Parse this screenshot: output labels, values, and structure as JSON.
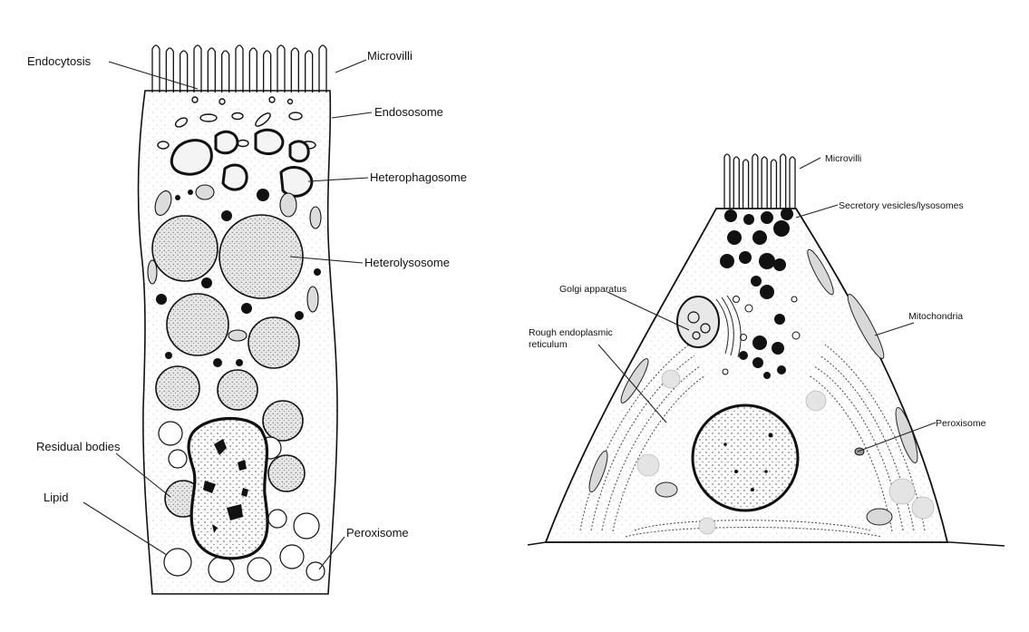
{
  "left_cell": {
    "labels": {
      "endocytosis": "Endocytosis",
      "microvilli": "Microvilli",
      "endososome": "Endososome",
      "heterophagosome": "Heterophagosome",
      "heterolysosome": "Heterolysosome",
      "residual_bodies": "Residual bodies",
      "lipid": "Lipid",
      "peroxisome": "Peroxisome"
    }
  },
  "right_cell": {
    "labels": {
      "microvilli": "Microvilli",
      "secretory_vesicles": "Secretory vesicles/lysosomes",
      "golgi": "Golgi apparatus",
      "rer_line1": "Rough endoplasmic",
      "rer_line2": "reticulum",
      "mitochondria": "Mitochondria",
      "peroxisome": "Peroxisome"
    }
  },
  "colors": {
    "ink": "#111111",
    "stipple": "#cfcfcf",
    "background": "#ffffff"
  }
}
